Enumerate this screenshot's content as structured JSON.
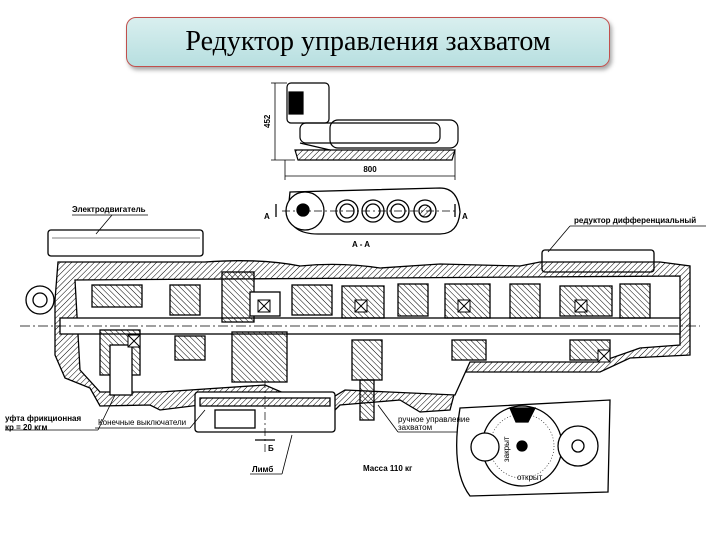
{
  "title": "Редуктор управления захватом",
  "labels": {
    "height_dim": "452",
    "width_dim": "800",
    "section_left": "A",
    "section_right": "A",
    "section_name": "A - A",
    "motor": "Электродвигатель",
    "diff_reducer": "редуктор  дифференциальный",
    "friction_clutch_1": "уфта  фрикционная",
    "friction_clutch_2": "кр = 20 кгм",
    "limit_switches": "Конечные выключатели",
    "manual_1": "ручное управление",
    "manual_2": "захватом",
    "section_b": "Б",
    "limb": "Лимб",
    "mass": "Масса    110 кг",
    "dial_open": "открыт",
    "dial_closed": "закрыт"
  },
  "colors": {
    "title_border": "#c0504d",
    "title_fill": "#c6e7e8",
    "line": "#000000"
  }
}
